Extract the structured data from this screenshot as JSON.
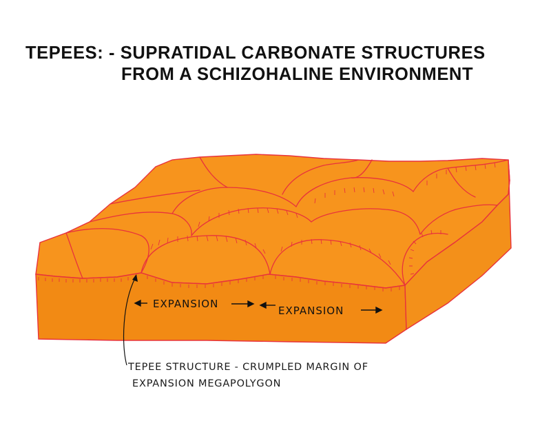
{
  "title": {
    "line1": "TEPEES: - SUPRATIDAL CARBONATE STRUCTURES",
    "line2": "FROM A SCHIZOHALINE ENVIRONMENT"
  },
  "labels": {
    "expansion_1": "EXPANSION",
    "expansion_2": "EXPANSION"
  },
  "caption": {
    "line1": "TEPEE STRUCTURE - CRUMPLED MARGIN OF",
    "line2": "EXPANSION MEGAPOLYGON"
  },
  "colors": {
    "block_fill": "#f7941d",
    "block_side": "#f28a14",
    "outline": "#e8323c",
    "text": "#111111"
  }
}
